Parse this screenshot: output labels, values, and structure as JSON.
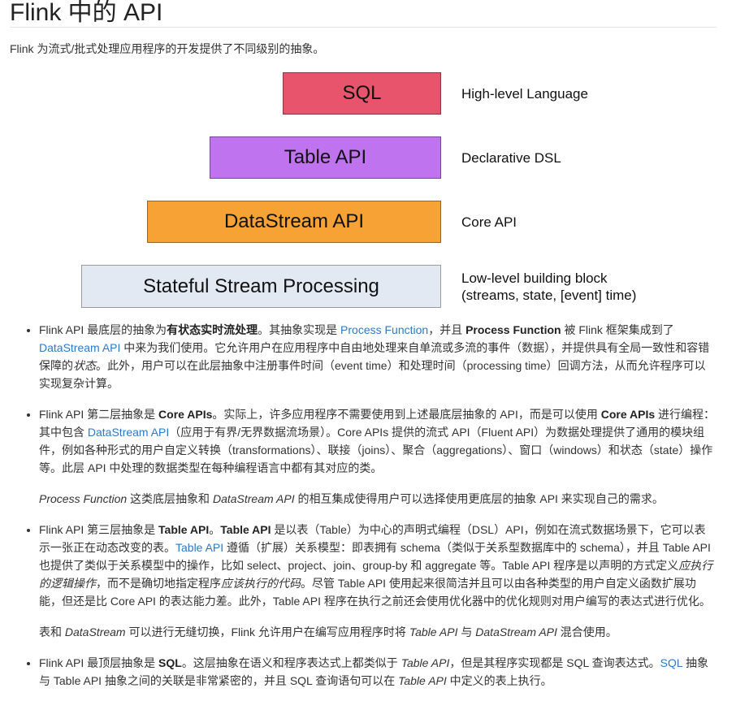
{
  "page": {
    "title": "Flink 中的 API",
    "intro": "Flink 为流式/批式处理应用程序的开发提供了不同级别的抽象。"
  },
  "colors": {
    "text": "#333333",
    "link": "#2a7ac9",
    "rule": "#e6e6e6"
  },
  "diagram": {
    "layers": [
      {
        "label": "SQL",
        "desc": "High-level Language",
        "color": "#e9546d"
      },
      {
        "label": "Table API",
        "desc": "Declarative DSL",
        "color": "#bf73ee"
      },
      {
        "label": "DataStream API",
        "desc": "Core API",
        "color": "#f6a234"
      },
      {
        "label": "Stateful Stream Processing",
        "desc": "Low-level building block",
        "desc2": "(streams, state, [event] time)",
        "color": "#e2e9f3"
      }
    ]
  },
  "bullets": [
    {
      "main": [
        "Flink API 最底层的抽象为",
        "有状态实时流处理",
        "。其抽象实现是 ",
        "Process Function",
        "，并且 ",
        "Process Function",
        " 被 Flink 框架集成到了 ",
        "DataStream API",
        " 中来为我们使用。它允许用户在应用程序中自由地处理来自单流或多流的事件（数据），并提供具有全局一致性和容错保障的",
        "状态",
        "。此外，用户可以在此层抽象中注册事件时间（event time）和处理时间（processing time）回调方法，从而允许程序可以实现复杂计算。"
      ]
    },
    {
      "main": [
        "Flink API 第二层抽象是 ",
        "Core APIs",
        "。实际上，许多应用程序不需要使用到上述最底层抽象的 API，而是可以使用 ",
        "Core APIs",
        " 进行编程：其中包含 ",
        "DataStream API",
        "（应用于有界/无界数据流场景）。Core APIs 提供的流式 API（Fluent API）为数据处理提供了通用的模块组件，例如各种形式的用户自定义转换（transformations）、联接（joins）、聚合（aggregations）、窗口（windows）和状态（state）操作等。此层 API 中处理的数据类型在每种编程语言中都有其对应的类。"
      ],
      "note": [
        "Process Function",
        " 这类底层抽象和 ",
        "DataStream API",
        " 的相互集成使得用户可以选择使用更底层的抽象 API 来实现自己的需求。"
      ]
    },
    {
      "main": [
        "Flink API 第三层抽象是 ",
        "Table API",
        "。",
        "Table API",
        " 是以表（Table）为中心的声明式编程（DSL）API，例如在流式数据场景下，它可以表示一张正在动态改变的表。",
        "Table API",
        " 遵循（扩展）关系模型：即表拥有 schema（类似于关系型数据库中的 schema），并且 Table API 也提供了类似于关系模型中的操作，比如 select、project、join、group-by 和 aggregate 等。Table API 程序是以声明的方式定义",
        "应执行的逻辑操作",
        "，而不是确切地指定程序",
        "应该执行的代码",
        "。尽管 Table API 使用起来很简洁并且可以由各种类型的用户自定义函数扩展功能，但还是比 Core API 的表达能力差。此外，Table API 程序在执行之前还会使用优化器中的优化规则对用户编写的表达式进行优化。"
      ],
      "note": [
        "表和 ",
        "DataStream",
        " 可以进行无缝切换，Flink 允许用户在编写应用程序时将 ",
        "Table API",
        " 与 ",
        "DataStream API",
        " 混合使用。"
      ]
    },
    {
      "main": [
        "Flink API 最顶层抽象是 ",
        "SQL",
        "。这层抽象在语义和程序表达式上都类似于 ",
        "Table API",
        "，但是其程序实现都是 SQL 查询表达式。",
        "SQL",
        " 抽象与 Table API 抽象之间的关联是非常紧密的，并且 SQL 查询语句可以在 ",
        "Table API",
        " 中定义的表上执行。"
      ]
    }
  ]
}
